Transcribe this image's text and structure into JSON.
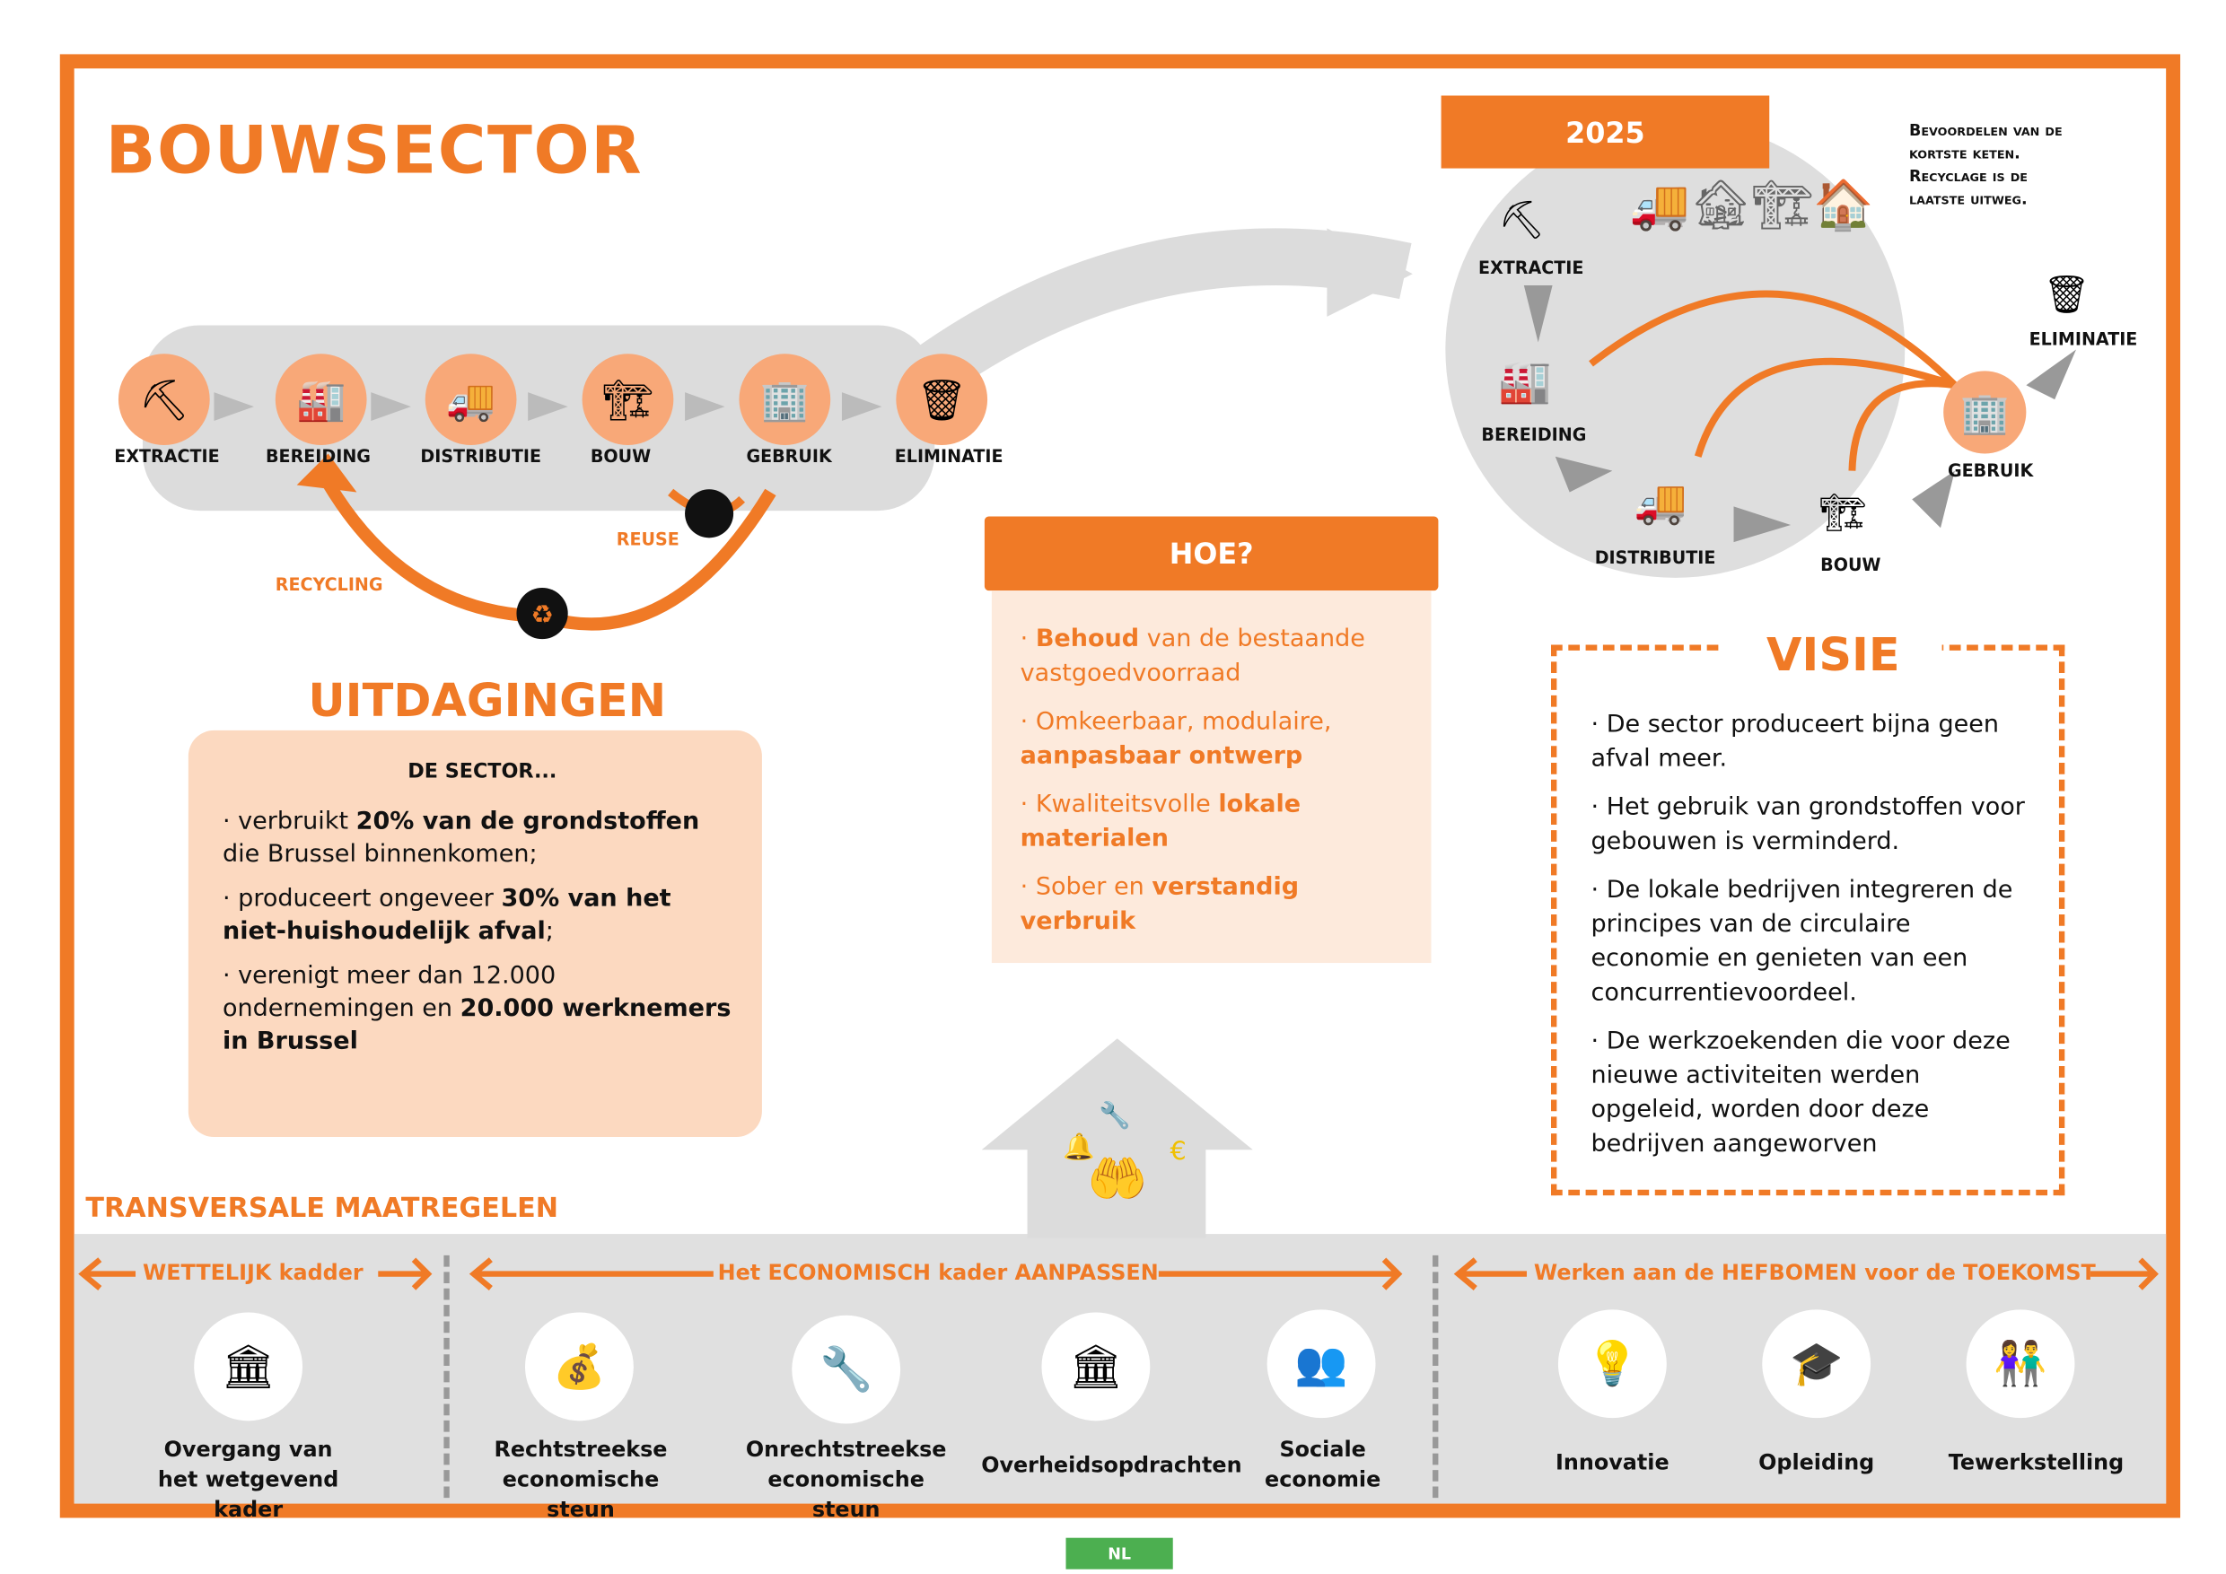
{
  "title": "BOUWSECTOR",
  "chain": {
    "stages": [
      "EXTRACTIE",
      "BEREIDING",
      "DISTRIBUTIE",
      "BOUW",
      "GEBRUIK",
      "ELIMINATIE"
    ],
    "reuse": "REUSE",
    "recycling": "RECYCLING"
  },
  "uitdagingen": {
    "title": "UITDAGINGEN",
    "intro": "DE SECTOR...",
    "items": [
      [
        "verbruikt ",
        "20% van de grondstoffen",
        " die Brussel binnenkomen;"
      ],
      [
        "produceert ongeveer ",
        "30% van het niet-huishoudelijk afval",
        ";"
      ],
      [
        "verenigt meer dan 12.000 ondernemingen en ",
        "20.000 werknemers in Brussel",
        ""
      ]
    ]
  },
  "hoe": {
    "title": "HOE?",
    "items": [
      [
        "",
        "Behoud",
        " van de bestaande vastgoedvoorraad"
      ],
      [
        "Omkeerbaar, modulaire, ",
        "aanpasbaar ontwerp",
        ""
      ],
      [
        "Kwaliteitsvolle ",
        "lokale materialen",
        ""
      ],
      [
        "Sober en ",
        "verstandig verbruik",
        ""
      ]
    ]
  },
  "future": {
    "year": "2025",
    "note": "Bevoordelen van de kortste keten. Recyclage is de laatste uitweg.",
    "stages": [
      "EXTRACTIE",
      "BEREIDING",
      "DISTRIBUTIE",
      "BOUW",
      "GEBRUIK",
      "ELIMINATIE"
    ]
  },
  "visie": {
    "title": "VISIE",
    "items": [
      "De sector produceert bijna geen afval meer.",
      "Het gebruik van grondstoffen voor gebouwen is verminderd.",
      "De lokale bedrijven integreren de principes van de circulaire economie en genieten van een concurrentievoordeel.",
      "De werkzoekenden die voor deze nieuwe activiteiten werden opgeleid, worden door deze bedrijven aangeworven"
    ]
  },
  "transversal": {
    "title": "TRANSVERSALE MAATREGELEN",
    "groups": [
      "WETTELIJK kadder",
      "Het ECONOMISCH kader AANPASSEN",
      "Werken aan de HEFBOMEN voor de TOEKOMST"
    ],
    "measures": [
      "Overgang van het wetgevend kader",
      "Rechtstreekse economische steun",
      "Onrechtstreekse economische steun",
      "Overheidsopdrachten",
      "Sociale economie",
      "Innovatie",
      "Opleiding",
      "Tewerkstelling"
    ]
  },
  "lang": "NL",
  "colors": {
    "accent": "#f07a26",
    "peach": "#fcd9c0",
    "light": "#fdeadc",
    "gray": "#dedede",
    "green": "#4caf50"
  }
}
